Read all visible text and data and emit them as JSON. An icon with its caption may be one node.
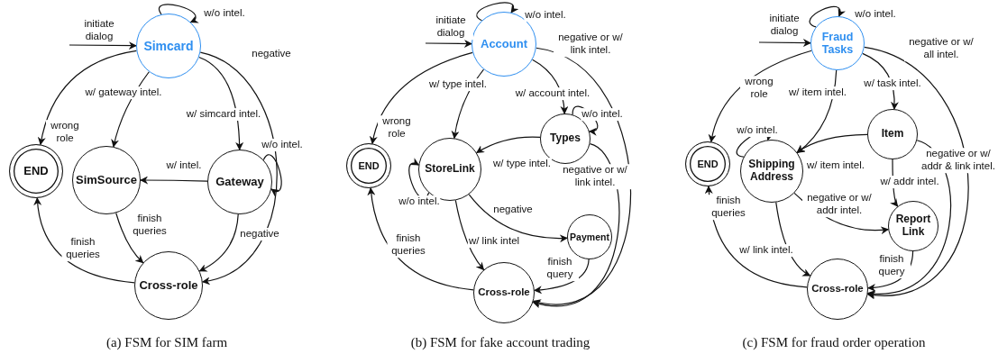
{
  "diagram": {
    "nodes": [
      {
        "text": [
          "Simcard"
        ]
      },
      {
        "text": [
          "END"
        ]
      },
      {
        "text": [
          "SimSource"
        ]
      },
      {
        "text": [
          "Gateway"
        ]
      },
      {
        "text": [
          "Cross-role"
        ]
      },
      {
        "text": [
          "Account"
        ]
      },
      {
        "text": [
          "END"
        ]
      },
      {
        "text": [
          "Types"
        ]
      },
      {
        "text": [
          "StoreLink"
        ]
      },
      {
        "text": [
          "Payment"
        ]
      },
      {
        "text": [
          "Cross-role"
        ]
      },
      {
        "text": [
          "Fraud Tasks"
        ]
      },
      {
        "text": [
          "END"
        ]
      },
      {
        "text": [
          "Item"
        ]
      },
      {
        "text": [
          "Shipping Address"
        ]
      },
      {
        "text": [
          "Report Link"
        ]
      },
      {
        "text": [
          "Cross-role"
        ]
      }
    ],
    "edges": [
      {
        "from": null,
        "to": 0,
        "arrow": "to",
        "label": "initiate dialog"
      },
      {
        "from": 0,
        "to": 0,
        "arrow": "to",
        "label": "w/o intel."
      },
      {
        "from": 0,
        "to": 1,
        "arrow": "to",
        "label": "wrong role"
      },
      {
        "from": 0,
        "to": 2,
        "arrow": "to",
        "label": "w/ gateway intel."
      },
      {
        "from": 0,
        "to": 3,
        "arrow": "to",
        "label": "w/ simcard intel."
      },
      {
        "from": 0,
        "to": 4,
        "arrow": "to",
        "label": "negative"
      },
      {
        "from": 3,
        "to": 3,
        "arrow": "to",
        "label": "w/o intel."
      },
      {
        "from": 3,
        "to": 2,
        "arrow": "to",
        "label": "w/ intel."
      },
      {
        "from": 2,
        "to": 4,
        "arrow": "to",
        "label": "finish queries"
      },
      {
        "from": 3,
        "to": 4,
        "arrow": "to",
        "label": "negative"
      },
      {
        "from": 4,
        "to": 1,
        "arrow": "to",
        "label": "finish queries"
      },
      {
        "from": null,
        "to": 5,
        "arrow": "to",
        "label": "initiate dialog"
      },
      {
        "from": 5,
        "to": 5,
        "arrow": "to",
        "label": "w/o intel."
      },
      {
        "from": 5,
        "to": 6,
        "arrow": "to",
        "label": "wrong role"
      },
      {
        "from": 5,
        "to": 8,
        "arrow": "to",
        "label": "w/ type intel."
      },
      {
        "from": 5,
        "to": 7,
        "arrow": "to",
        "label": "w/ account intel."
      },
      {
        "from": 5,
        "to": 10,
        "arrow": "to",
        "label": "negative or w/ link intel."
      },
      {
        "from": 7,
        "to": 7,
        "arrow": "to",
        "label": "w/o intel."
      },
      {
        "from": 7,
        "to": 8,
        "arrow": "to",
        "label": "w/ type intel."
      },
      {
        "from": 7,
        "to": 10,
        "arrow": "to",
        "label": "negative or w/ link intel."
      },
      {
        "from": 8,
        "to": 8,
        "arrow": "to",
        "label": "w/o intel."
      },
      {
        "from": 8,
        "to": 9,
        "arrow": "to",
        "label": "negative"
      },
      {
        "from": 8,
        "to": 10,
        "arrow": "to",
        "label": "w/ link intel"
      },
      {
        "from": 9,
        "to": 10,
        "arrow": "to",
        "label": "finish query"
      },
      {
        "from": 10,
        "to": 6,
        "arrow": "to",
        "label": "finish queries"
      },
      {
        "from": null,
        "to": 11,
        "arrow": "to",
        "label": "initiate dialog"
      },
      {
        "from": 11,
        "to": 11,
        "arrow": "to",
        "label": "w/o intel."
      },
      {
        "from": 11,
        "to": 12,
        "arrow": "to",
        "label": "wrong role"
      },
      {
        "from": 11,
        "to": 14,
        "arrow": "to",
        "label": "w/ item intel."
      },
      {
        "from": 11,
        "to": 13,
        "arrow": "to",
        "label": "w/ task intel."
      },
      {
        "from": 11,
        "to": 16,
        "arrow": "to",
        "label": "negative or w/ all intel."
      },
      {
        "from": 13,
        "to": 14,
        "arrow": "to",
        "label": "w/ item intel."
      },
      {
        "from": 13,
        "to": 16,
        "arrow": "to",
        "label": "negative or w/ addr & link intel."
      },
      {
        "from": 13,
        "to": 15,
        "arrow": "to",
        "label": "w/ addr intel."
      },
      {
        "from": 14,
        "to": 14,
        "arrow": "to",
        "label": "w/o intel."
      },
      {
        "from": 14,
        "to": 15,
        "arrow": "to",
        "label": "negative or w/ addr intel."
      },
      {
        "from": 14,
        "to": 16,
        "arrow": "to",
        "label": "w/ link intel."
      },
      {
        "from": 15,
        "to": 16,
        "arrow": "to",
        "label": "finish query"
      },
      {
        "from": 16,
        "to": 12,
        "arrow": "to",
        "label": "finish queries"
      }
    ],
    "labels": [
      "(a) FSM for SIM farm",
      "(b) FSM for fake account trading",
      "(c) FSM for fraud order operation"
    ]
  }
}
